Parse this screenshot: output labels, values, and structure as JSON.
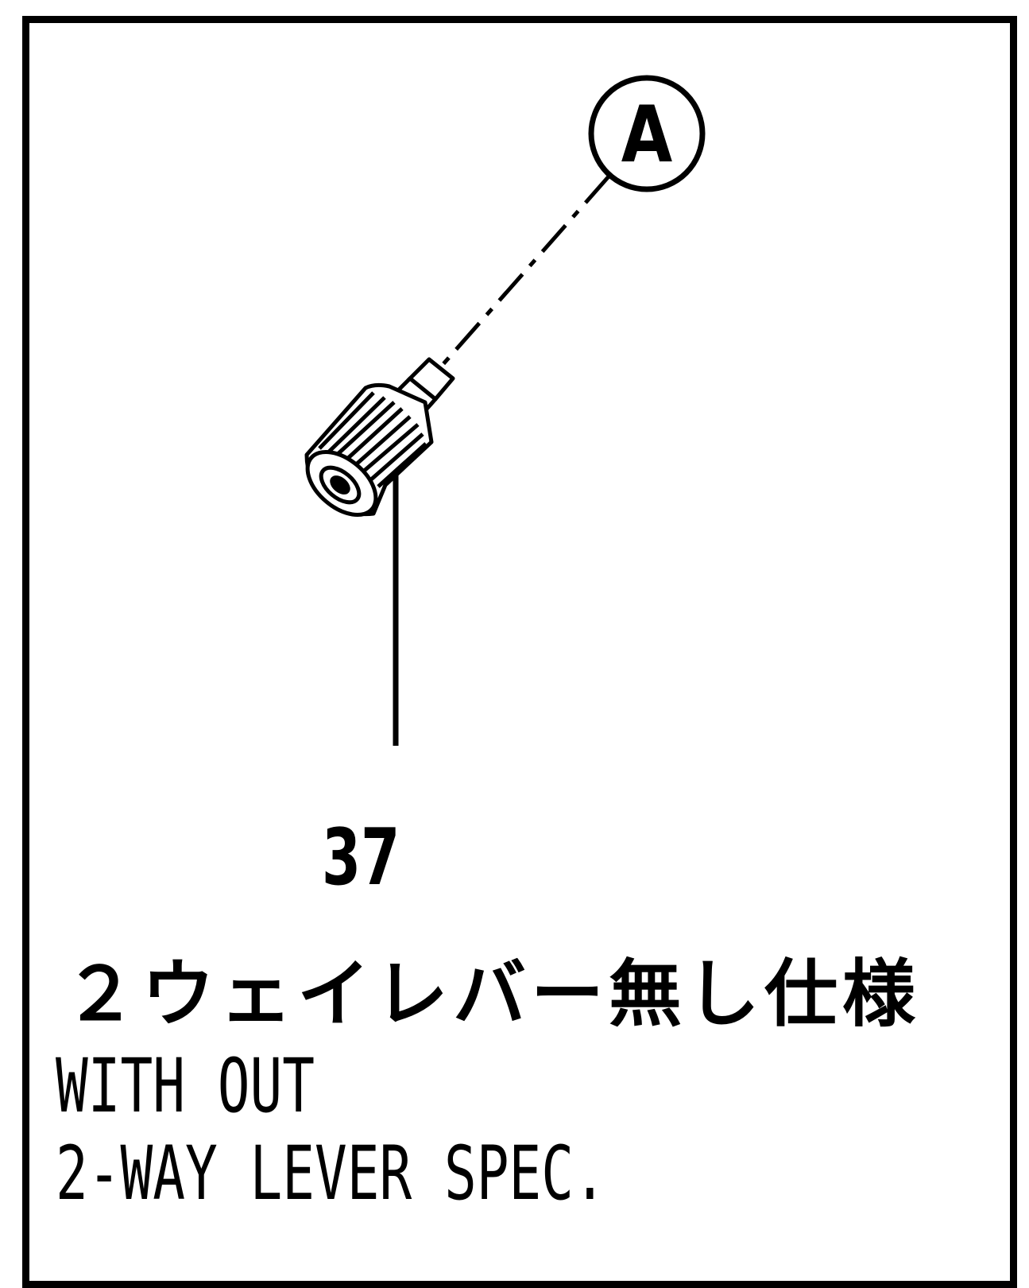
{
  "diagram": {
    "reference_callout": "A",
    "part_number": "37",
    "note_japanese": "２ウェイレバー無し仕様",
    "note_english_line1": "WITH OUT",
    "note_english_line2": "2-WAY LEVER SPEC.",
    "line_color": "#000000",
    "background_color": "#ffffff"
  }
}
